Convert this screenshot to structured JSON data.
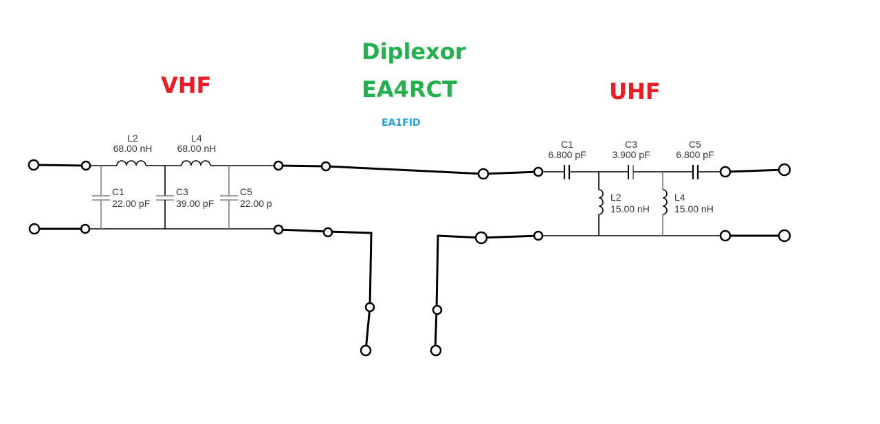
{
  "titles": {
    "main": "Diplexor",
    "callsign": "EA4RCT",
    "author": "EA1FID",
    "left_section": "VHF",
    "right_section": "UHF"
  },
  "colors": {
    "title_green": "#22b14c",
    "section_red": "#ed1c24",
    "author_blue": "#1ea0e0"
  },
  "vhf_filter": {
    "type": "low-pass",
    "series_inductors": [
      {
        "name": "L2",
        "value": "68.00 nH"
      },
      {
        "name": "L4",
        "value": "68.00 nH"
      }
    ],
    "shunt_capacitors": [
      {
        "name": "C1",
        "value": "22.00 pF"
      },
      {
        "name": "C3",
        "value": "39.00 pF"
      },
      {
        "name": "C5",
        "value": "22.00 p"
      }
    ]
  },
  "uhf_filter": {
    "type": "high-pass",
    "series_capacitors": [
      {
        "name": "C1",
        "value": "6.800 pF"
      },
      {
        "name": "C3",
        "value": "3.900 pF"
      },
      {
        "name": "C5",
        "value": "6.800 pF"
      }
    ],
    "shunt_inductors": [
      {
        "name": "L2",
        "value": "15.00 nH"
      },
      {
        "name": "L4",
        "value": "15.00 nH"
      }
    ]
  }
}
